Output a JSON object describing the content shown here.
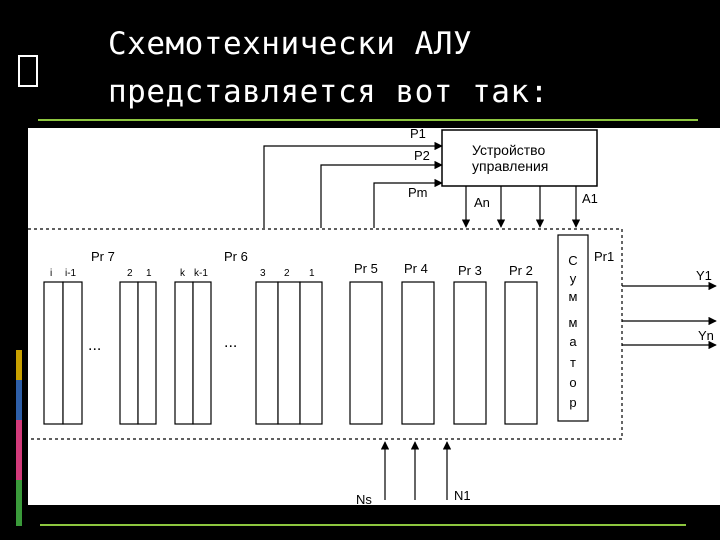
{
  "slide": {
    "title_line_1": "Схемотехнически АЛУ",
    "title_line_2": "представляется вот так:",
    "colors": {
      "background": "#000000",
      "accent_line": "#8dc63f",
      "diagram_background": "#ffffff",
      "accent_left_1": "#c8a000",
      "accent_left_2": "#2e5fa8",
      "accent_left_3": "#d23a7a",
      "accent_left_4": "#3a9a3a"
    }
  },
  "diagram": {
    "control_unit_label_1": "Устройство",
    "control_unit_label_2": "управления",
    "signals_in": [
      "P1",
      "P2",
      "Pm"
    ],
    "control_outputs": [
      "An",
      "A1"
    ],
    "register_labels": [
      "Pr 7",
      "Pr 6",
      "Pr 5",
      "Pr 4",
      "Pr 3",
      "Pr 2",
      "Pr1"
    ],
    "pr7_bit_labels": [
      "i",
      "i-1",
      "2",
      "1",
      "k",
      "k-1"
    ],
    "pr6_bit_labels": [
      "3",
      "2",
      "1"
    ],
    "ellipsis": "...",
    "adder_letters": [
      "С",
      "у",
      "м",
      "м",
      "а",
      "т",
      "о",
      "р"
    ],
    "outputs": [
      "Y1",
      "Yn"
    ],
    "inputs_bottom": [
      "Ns",
      "N1"
    ]
  }
}
